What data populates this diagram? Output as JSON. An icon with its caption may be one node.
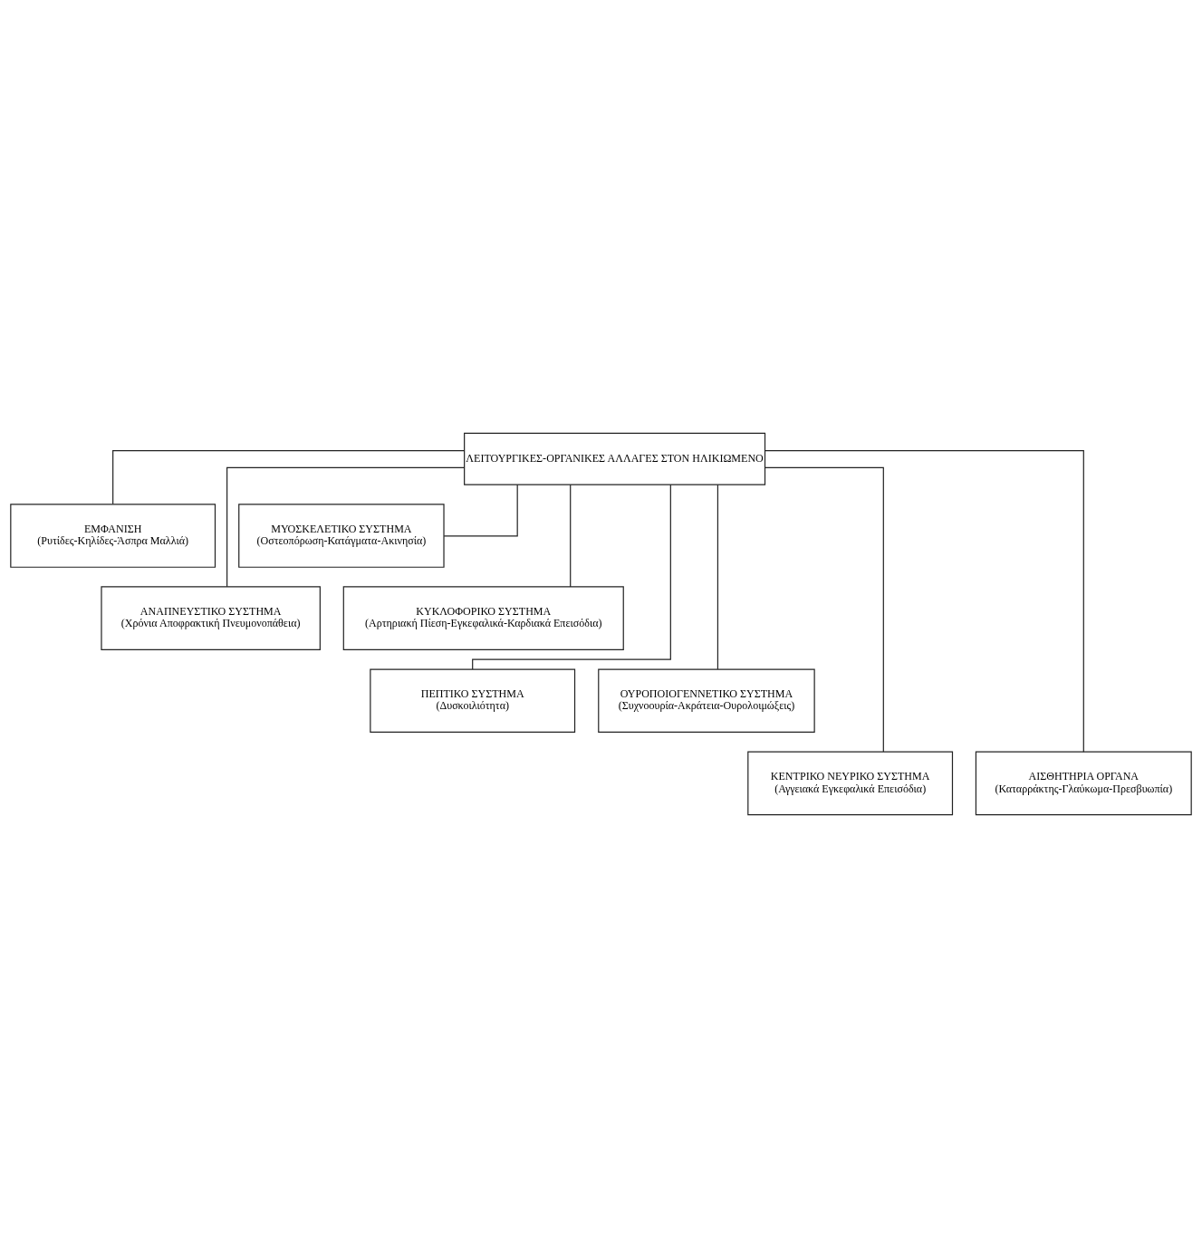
{
  "diagram": {
    "nodes": [
      {
        "text": [
          "ΛΕΙΤΟΥΡΓΙΚΕΣ-ΟΡΓΑΝΙΚΕΣ ΑΛΛΑΓΕΣ ΣΤΟΝ ΗΛΙΚΙΩΜΕΝΟ"
        ]
      },
      {
        "text": [
          "ΕΜΦΑΝΙΣΗ",
          "(Ρυτίδες-Κηλίδες-Άσπρα Μαλλιά)"
        ]
      },
      {
        "text": [
          "ΜΥΟΣΚΕΛΕΤΙΚΟ ΣΥΣΤΗΜΑ",
          "(Οστεοπόρωση-Κατάγματα-Ακινησία)"
        ]
      },
      {
        "text": [
          "ΑΝΑΠΝΕΥΣΤΙΚΟ ΣΥΣΤΗΜΑ",
          "(Χρόνια Αποφρακτική Πνευμονοπάθεια)"
        ]
      },
      {
        "text": [
          "ΚΥΚΛΟΦΟΡΙΚΟ ΣΥΣΤΗΜΑ",
          "(Αρτηριακή Πίεση-Εγκεφαλικά-Καρδιακά Επεισόδια)"
        ]
      },
      {
        "text": [
          "ΠΕΠΤΙΚΟ ΣΥΣΤΗΜΑ",
          "(Δυσκοιλιότητα)"
        ]
      },
      {
        "text": [
          "ΟΥΡΟΠΟΙΟΓΕΝΝΕΤΙΚΟ ΣΥΣΤΗΜΑ",
          "(Συχνοουρία-Ακράτεια-Ουρολοιμώξεις)"
        ]
      },
      {
        "text": [
          "ΚΕΝΤΡΙΚΟ ΝΕΥΡΙΚΟ ΣΥΣΤΗΜΑ",
          "(Αγγειακά Εγκεφαλικά Επεισόδια)"
        ]
      },
      {
        "text": [
          "ΑΙΣΘΗΤΗΡΙΑ ΟΡΓΑΝΑ",
          "(Καταρράκτης-Γλαύκωμα-Πρεσβυωπία)"
        ]
      }
    ],
    "edges": [
      {
        "from": 0,
        "to": 1,
        "arrow": "none"
      },
      {
        "from": 0,
        "to": 2,
        "arrow": "none"
      },
      {
        "from": 0,
        "to": 3,
        "arrow": "none"
      },
      {
        "from": 0,
        "to": 4,
        "arrow": "none"
      },
      {
        "from": 0,
        "to": 5,
        "arrow": "none"
      },
      {
        "from": 0,
        "to": 6,
        "arrow": "none"
      },
      {
        "from": 0,
        "to": 7,
        "arrow": "none"
      },
      {
        "from": 0,
        "to": 8,
        "arrow": "none"
      }
    ]
  }
}
